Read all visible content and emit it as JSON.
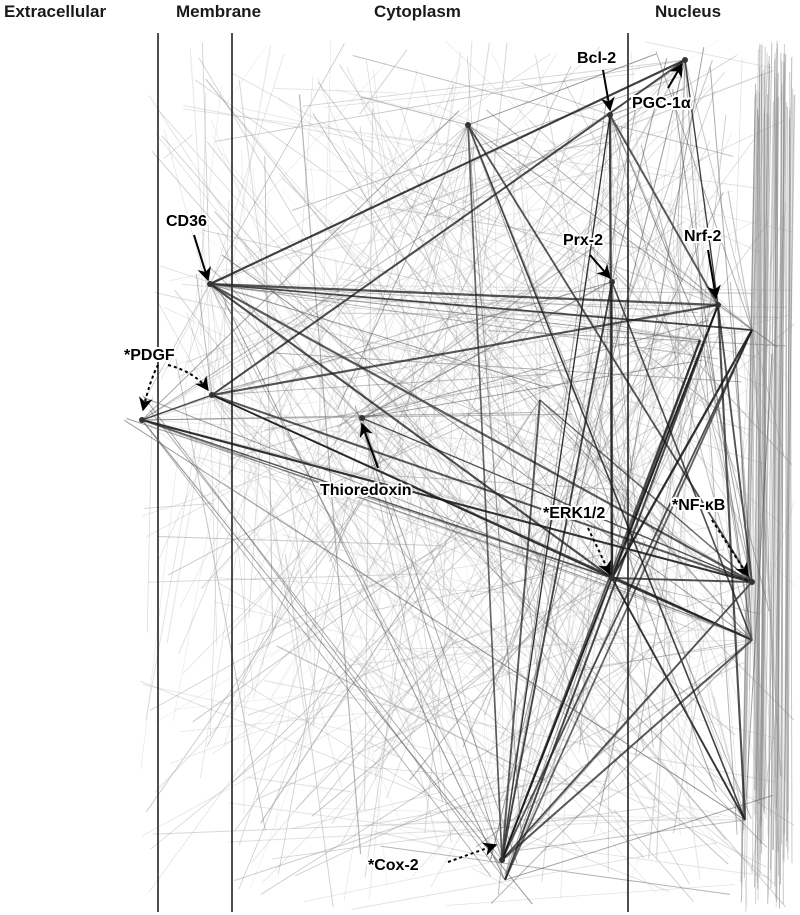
{
  "compartments": [
    "Extracellular",
    "Membrane",
    "Cytoplasm",
    "Nucleus"
  ],
  "labels": {
    "bcl2": "Bcl-2",
    "pgc1a": "PGC-1α",
    "cd36": "CD36",
    "prx2": "Prx-2",
    "nrf2": "Nrf-2",
    "pdgf": "*PDGF",
    "thioredoxin": "Thioredoxin",
    "erk12": "*ERK1/2",
    "nfkb": "*NF-κB",
    "cox2": "*Cox-2"
  },
  "colors": {
    "edge": "#1a1a1a",
    "divider": "#222222",
    "label": "#000000"
  }
}
